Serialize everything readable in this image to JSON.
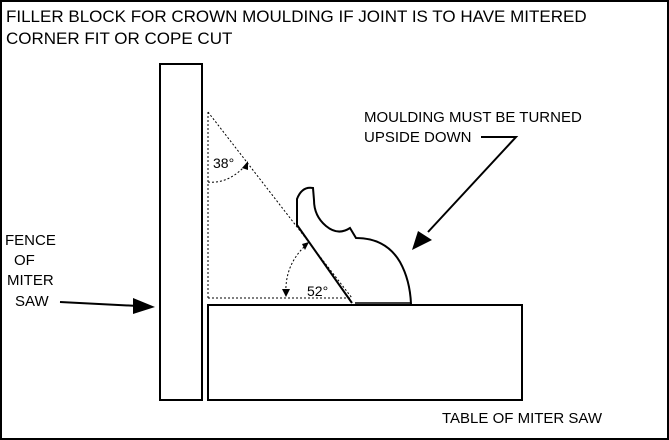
{
  "title": {
    "line1": "FILLER BLOCK FOR CROWN MOULDING IF JOINT IS TO HAVE MITERED",
    "line2": "CORNER FIT OR COPE CUT"
  },
  "labels": {
    "moulding_line1": "MOULDING MUST BE TURNED",
    "moulding_line2": "UPSIDE DOWN",
    "fence_line1": "FENCE",
    "fence_line2": "OF",
    "fence_line3": "MITER",
    "fence_line4": "SAW",
    "table": "TABLE OF MITER SAW"
  },
  "angles": {
    "upper": "38°",
    "lower": "52°"
  }
}
